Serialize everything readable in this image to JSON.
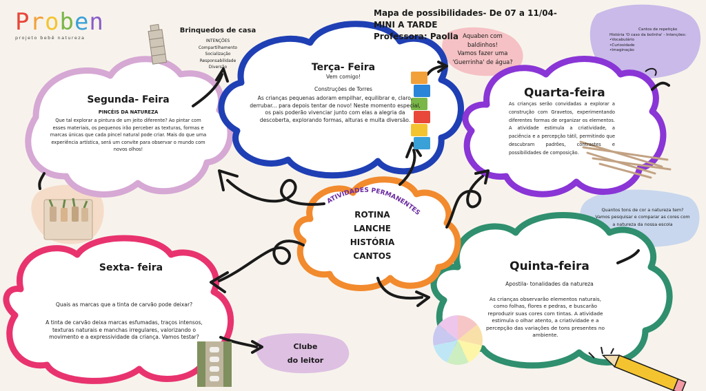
{
  "logo": {
    "letters": [
      "P",
      "r",
      "o",
      "b",
      "e",
      "n"
    ],
    "letter_colors": [
      "#e8473a",
      "#f2a03a",
      "#f4c430",
      "#7ab648",
      "#3aa0d8",
      "#8a5cc9"
    ],
    "tagline": "projeto bebê natureza"
  },
  "header": {
    "title": "Mapa de possibilidades- De 07 a 11/04- MINI A TARDE",
    "teacher": "Professora: Paolla"
  },
  "monday": {
    "title": "Segunda- Feira",
    "subtitle": "PINCÉIS DA NATUREZA",
    "body": "Que tal explorar a pintura de um jeito diferente? Ao pintar com esses materiais, os pequenos irão perceber as texturas, formas e marcas únicas que cada pincel natural pode criar. Mais do que uma experiência artística, será um convite para observar o mundo com novos olhos!",
    "color": "#d6a8d4"
  },
  "tuesday": {
    "title": "Terça- Feira",
    "subtitle": "Vem comigo!",
    "heading": "Construções de Torres",
    "body": "As crianças pequenas adoram empilhar, equilibrar e, claro, derrubar... para depois tentar de novo! Neste momento especial, os pais poderão vivenciar junto com elas a alegria da descoberta, explorando formas, alturas e muita diversão.",
    "color": "#1f3fb4"
  },
  "wednesday": {
    "title": "Quarta-feira",
    "body": "As crianças serão convidadas a explorar a construção com Gravetos, experimentando diferentes formas de organizar os elementos. A atividade estimula a criatividade, a paciência e a percepção tátil, permitindo que descubram padrões, contrastes e possibilidades de composição.",
    "color": "#8a35d6"
  },
  "thursday": {
    "title": "Quinta-feira",
    "subtitle": "Apostila- tonalidades da natureza",
    "body": "As crianças observarão elementos naturais, como folhas, flores e pedras, e buscarão reproduzir suas cores com tintas. A atividade estimula o olhar atento, a criatividade e a percepção das variações de tons presentes no ambiente.",
    "color": "#2f8f6e"
  },
  "friday": {
    "title": "Sexta- feira",
    "body1": "Quais as marcas que a tinta de carvão pode deixar?",
    "body2": "A tinta de carvão deixa marcas esfumadas, traços intensos, texturas naturais e manchas irregulares, valorizando o movimento e a expressividade da criança. Vamos testar?",
    "color": "#e8336f"
  },
  "center": {
    "arc_title": "ATIVIDADES PERMANENTES",
    "items": [
      "ROTINA",
      "LANCHE",
      "HISTÓRIA",
      "CANTOS"
    ],
    "color": "#f28a2e"
  },
  "toys": {
    "title": "Brinquedos de casa",
    "items": [
      "INTENÇÕES",
      "Compartilhamento",
      "Socialização",
      "Responsabilidade",
      "Diversão"
    ]
  },
  "water": {
    "lines": [
      "Aquaben com",
      "baldinhos!",
      "Vamos fazer uma",
      "'Guerrinha' de água?"
    ],
    "color": "#f5b7bd"
  },
  "songs": {
    "lines": [
      "Cantos de repetição",
      "História 'O caso da bolinha' - Intenções:",
      "•Vocabulário",
      "•Curiosidade",
      "•Imaginação"
    ],
    "color": "#b9a7e8"
  },
  "colors_question": {
    "lines": [
      "Quantos tons de cor a natureza tem?",
      "Vamos pesquisar e comparar as cores com",
      "a natureza da nossa escola"
    ],
    "color": "#a9c4ee"
  },
  "book_club": {
    "lines": [
      "Clube",
      "do leitor"
    ],
    "color": "#d9b6e2"
  },
  "tower_block_colors": [
    "#f2a03a",
    "#2a84d8",
    "#7ab648",
    "#e8473a",
    "#f4c430",
    "#3aa0d8"
  ],
  "palette_colors": [
    "#f6c6c6",
    "#f9e0a8",
    "#fdf6a8",
    "#cdeec0",
    "#bfe6f5",
    "#c9c8f0",
    "#eec6ec"
  ]
}
